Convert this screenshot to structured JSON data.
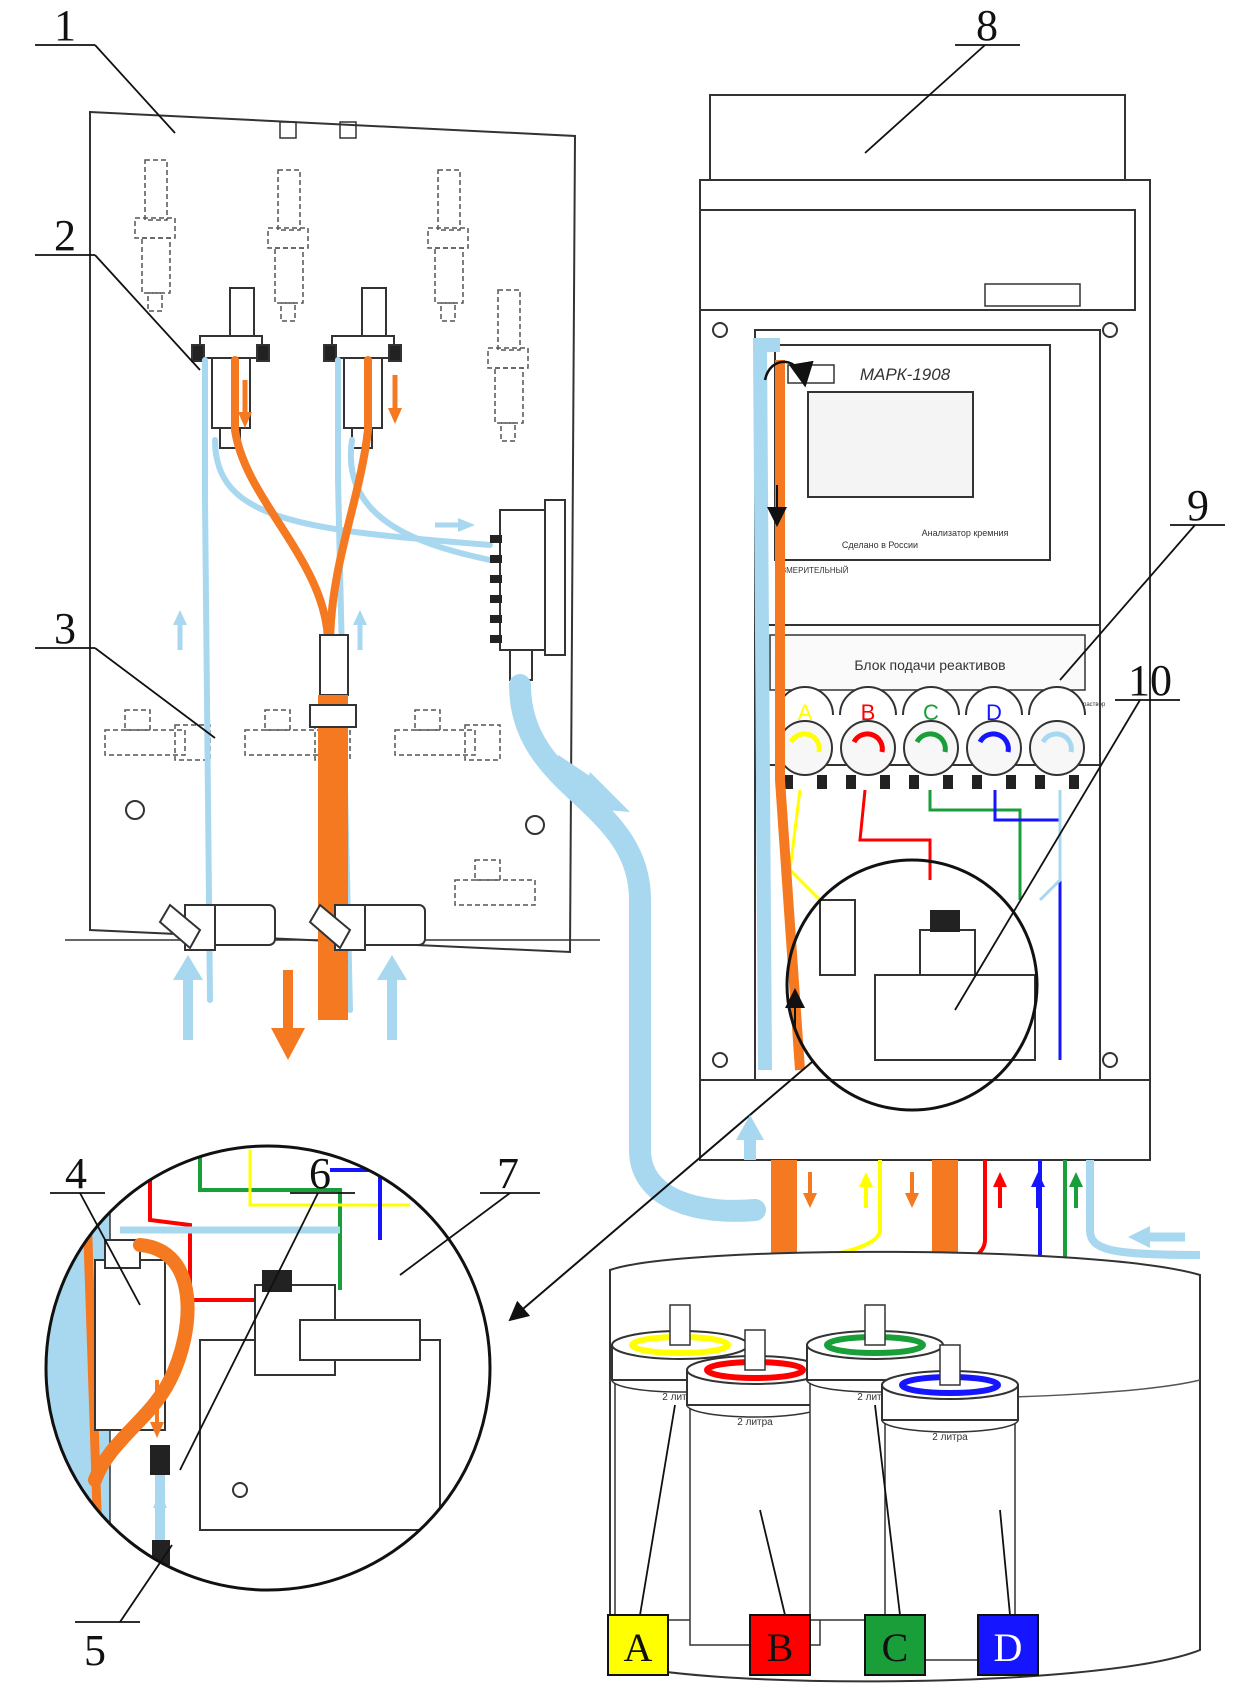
{
  "callouts": [
    "1",
    "2",
    "3",
    "4",
    "5",
    "6",
    "7",
    "8",
    "9",
    "10"
  ],
  "analyzer": {
    "brand": "МАРК-1908",
    "made_in": "Сделано в России",
    "subtitle": "Анализатор кремния",
    "reagent_block_title": "Блок подачи реактивов",
    "buffer_solution": "Градуировочный раствор",
    "measuring_label": "ИЗМЕРИТЕЛЬНЫЙ"
  },
  "channels": [
    {
      "letter": "A",
      "color": "#ffff00"
    },
    {
      "letter": "B",
      "color": "#ff0000"
    },
    {
      "letter": "C",
      "color": "#1a9e3a"
    },
    {
      "letter": "D",
      "color": "#1515ff"
    }
  ],
  "bottle_volume": "2 литра",
  "colors": {
    "sample_line": "#a8d8f0",
    "drain_line": "#f47920",
    "outline": "#333333"
  }
}
